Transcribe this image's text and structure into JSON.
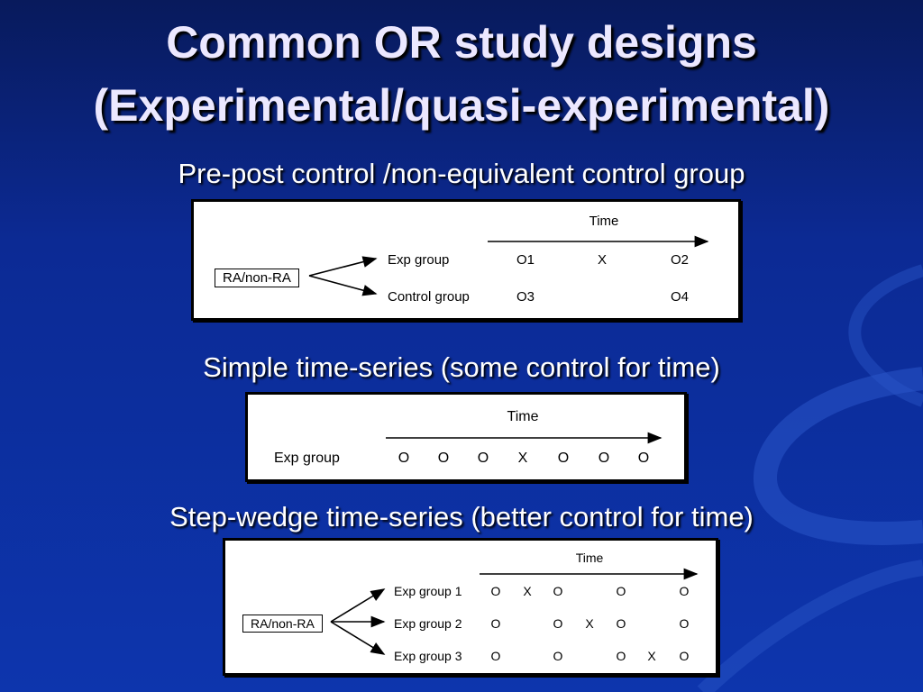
{
  "slide": {
    "title_line1": "Common OR study designs",
    "title_line2": "(Experimental/quasi-experimental)"
  },
  "design1": {
    "heading": "Pre-post control /non-equivalent control group",
    "time_label": "Time",
    "assignment": "RA/non-RA",
    "groups": [
      {
        "name": "Exp group",
        "cells": [
          "O1",
          "X",
          "O2"
        ]
      },
      {
        "name": "Control group",
        "cells": [
          "O3",
          "",
          "O4"
        ]
      }
    ]
  },
  "design2": {
    "heading": "Simple time-series (some control for time)",
    "time_label": "Time",
    "group": "Exp group",
    "cells": [
      "O",
      "O",
      "O",
      "X",
      "O",
      "O",
      "O"
    ]
  },
  "design3": {
    "heading": "Step-wedge time-series (better control for time)",
    "time_label": "Time",
    "assignment": "RA/non-RA",
    "groups": [
      {
        "name": "Exp group 1",
        "cells": [
          "O",
          "X",
          "O",
          "",
          "O",
          "",
          "O"
        ]
      },
      {
        "name": "Exp group 2",
        "cells": [
          "O",
          "",
          "O",
          "X",
          "O",
          "",
          "O"
        ]
      },
      {
        "name": "Exp group 3",
        "cells": [
          "O",
          "",
          "O",
          "",
          "O",
          "X",
          "O"
        ]
      }
    ]
  },
  "colors": {
    "background": "#0c2a94",
    "title_text": "#ece8ff",
    "panel": "#ffffff"
  }
}
